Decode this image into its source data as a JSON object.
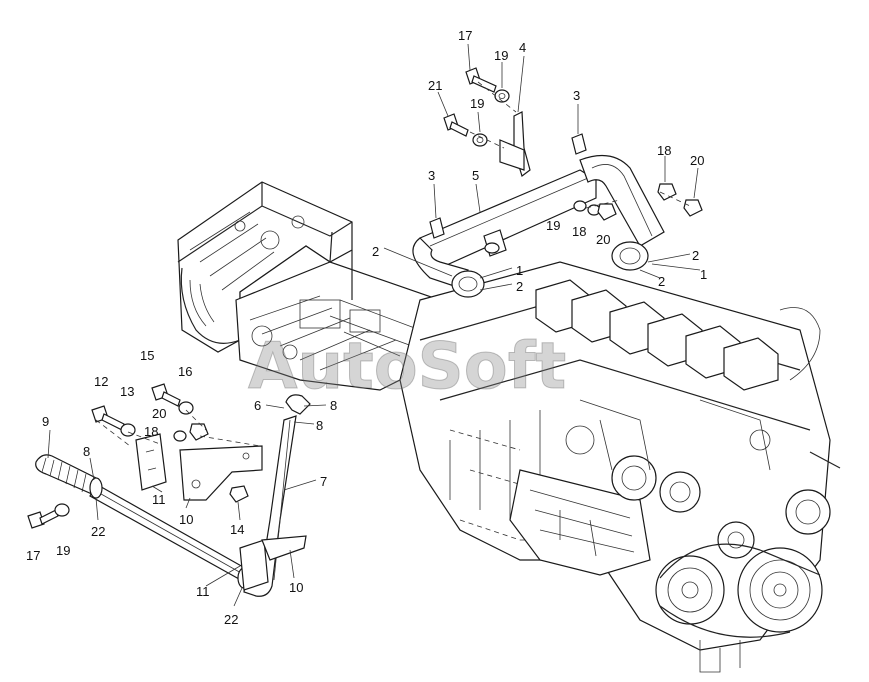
{
  "watermark": "AutoSoft",
  "callouts": [
    {
      "label": "17"
    },
    {
      "label": "19"
    },
    {
      "label": "4"
    },
    {
      "label": "21"
    },
    {
      "label": "19"
    },
    {
      "label": "3"
    },
    {
      "label": "18"
    },
    {
      "label": "20"
    },
    {
      "label": "3"
    },
    {
      "label": "5"
    },
    {
      "label": "19"
    },
    {
      "label": "18"
    },
    {
      "label": "20"
    },
    {
      "label": "2"
    },
    {
      "label": "1"
    },
    {
      "label": "2"
    },
    {
      "label": "2"
    },
    {
      "label": "1"
    },
    {
      "label": "2"
    },
    {
      "label": "15"
    },
    {
      "label": "16"
    },
    {
      "label": "12"
    },
    {
      "label": "13"
    },
    {
      "label": "20"
    },
    {
      "label": "6"
    },
    {
      "label": "8"
    },
    {
      "label": "8"
    },
    {
      "label": "9"
    },
    {
      "label": "18"
    },
    {
      "label": "8"
    },
    {
      "label": "11"
    },
    {
      "label": "7"
    },
    {
      "label": "10"
    },
    {
      "label": "22"
    },
    {
      "label": "14"
    },
    {
      "label": "17"
    },
    {
      "label": "19"
    },
    {
      "label": "11"
    },
    {
      "label": "10"
    },
    {
      "label": "22"
    }
  ]
}
